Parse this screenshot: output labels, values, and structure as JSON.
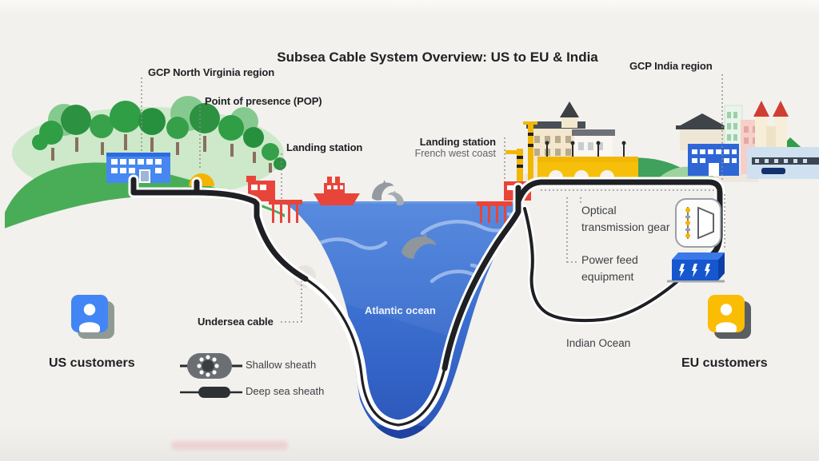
{
  "title": "Subsea Cable System Overview: US to EU & India",
  "callouts": {
    "gcp_north_virginia": "GCP North Virginia region",
    "point_of_presence": "Point of presence (POP)",
    "landing_station_us": "Landing station",
    "landing_station_eu": "Landing station",
    "landing_station_eu_sub": "French west coast",
    "gcp_india": "GCP India region",
    "optical_line1": "Optical",
    "optical_line2": "transmission gear",
    "power_line1": "Power feed",
    "power_line2": "equipment",
    "undersea_cable": "Undersea cable"
  },
  "legend": {
    "shallow": "Shallow sheath",
    "deep": "Deep sea sheath"
  },
  "oceans": {
    "atlantic": "Atlantic ocean",
    "indian": "Indian Ocean"
  },
  "endpoints": {
    "us": "US customers",
    "eu": "EU customers"
  },
  "icons": {
    "us": "blue-person-card-icon",
    "eu": "yellow-person-card-icon",
    "shallow": "cable-cross-section-icon",
    "deep": "cable-segment-icon",
    "optical": "optical-transmission-gear-icon",
    "power": "power-feed-box-icon"
  },
  "colors": {
    "google_blue": "#4285f4",
    "google_red": "#ea4335",
    "google_yellow": "#fbbc04",
    "google_green": "#34a853",
    "ocean": "#3e73d2",
    "cable": "#1f2023",
    "label": "#202124",
    "label_muted": "#5f6368",
    "background": "#f3f1ee"
  }
}
